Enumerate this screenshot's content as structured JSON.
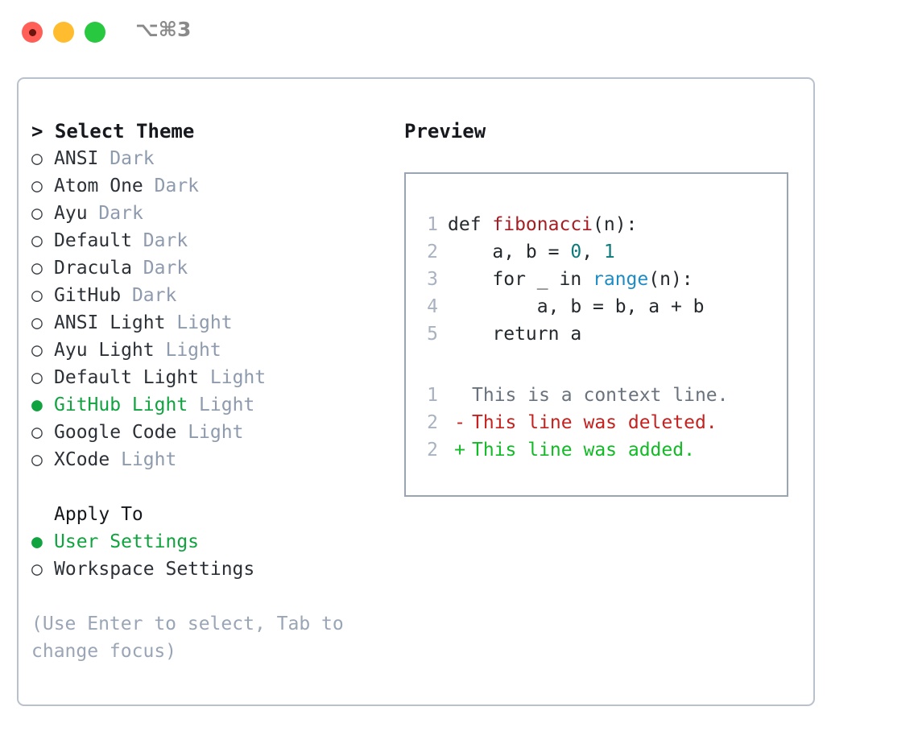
{
  "titlebar": {
    "shortcut": "⌥⌘3",
    "buttons": [
      {
        "name": "close",
        "color": "#ff5f57"
      },
      {
        "name": "minimize",
        "color": "#febc2e"
      },
      {
        "name": "maximize",
        "color": "#28c840"
      }
    ]
  },
  "theme_picker": {
    "heading": "> Select Theme",
    "marker_selected": "●",
    "marker_unselected": "○",
    "accent_color": "#10a33f",
    "tag_color": "#8e9aad",
    "options": [
      {
        "marker": "○",
        "label": "ANSI",
        "tag": "Dark",
        "selected": false
      },
      {
        "marker": "○",
        "label": "Atom One",
        "tag": "Dark",
        "selected": false
      },
      {
        "marker": "○",
        "label": "Ayu",
        "tag": "Dark",
        "selected": false
      },
      {
        "marker": "○",
        "label": "Default",
        "tag": "Dark",
        "selected": false
      },
      {
        "marker": "○",
        "label": "Dracula",
        "tag": "Dark",
        "selected": false
      },
      {
        "marker": "○",
        "label": "GitHub",
        "tag": "Dark",
        "selected": false
      },
      {
        "marker": "○",
        "label": "ANSI Light",
        "tag": "Light",
        "selected": false
      },
      {
        "marker": "○",
        "label": "Ayu Light",
        "tag": "Light",
        "selected": false
      },
      {
        "marker": "○",
        "label": "Default Light",
        "tag": "Light",
        "selected": false
      },
      {
        "marker": "●",
        "label": "GitHub Light",
        "tag": "Light",
        "selected": true
      },
      {
        "marker": "○",
        "label": "Google Code",
        "tag": "Light",
        "selected": false
      },
      {
        "marker": "○",
        "label": "XCode",
        "tag": "Light",
        "selected": false
      }
    ]
  },
  "apply_to": {
    "heading": "Apply To",
    "options": [
      {
        "marker": "●",
        "label": "User Settings",
        "selected": true
      },
      {
        "marker": "○",
        "label": "Workspace Settings",
        "selected": false
      }
    ]
  },
  "hint": "(Use Enter to select, Tab to change focus)",
  "preview": {
    "heading": "Preview",
    "code_lines": [
      {
        "num": "1",
        "segments": [
          {
            "t": "def ",
            "k": "plain"
          },
          {
            "t": "fibonacci",
            "k": "func"
          },
          {
            "t": "(n):",
            "k": "plain"
          }
        ]
      },
      {
        "num": "2",
        "segments": [
          {
            "t": "    a, b = ",
            "k": "plain"
          },
          {
            "t": "0",
            "k": "num"
          },
          {
            "t": ", ",
            "k": "plain"
          },
          {
            "t": "1",
            "k": "num"
          }
        ]
      },
      {
        "num": "3",
        "segments": [
          {
            "t": "    for _ in ",
            "k": "plain"
          },
          {
            "t": "range",
            "k": "call"
          },
          {
            "t": "(n):",
            "k": "plain"
          }
        ]
      },
      {
        "num": "4",
        "segments": [
          {
            "t": "        a, b = b, a + b",
            "k": "plain"
          }
        ]
      },
      {
        "num": "5",
        "segments": [
          {
            "t": "    return a",
            "k": "plain"
          }
        ]
      }
    ],
    "diff_lines": [
      {
        "num": "1",
        "mark": " ",
        "text": "This is a context line.",
        "kind": "context"
      },
      {
        "num": "2",
        "mark": "-",
        "text": "This line was deleted.",
        "kind": "del"
      },
      {
        "num": "2",
        "mark": "+",
        "text": "This line was added.",
        "kind": "add"
      }
    ]
  }
}
